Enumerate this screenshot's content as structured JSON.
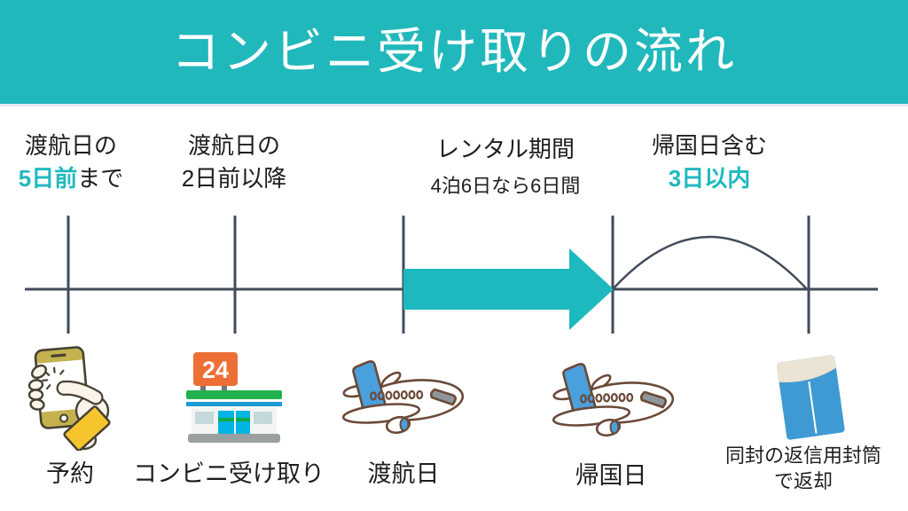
{
  "title": "コンビニ受け取りの流れ",
  "colors": {
    "header_teal": "#21B8BC",
    "accent_teal": "#1FB9BE",
    "axis_line": "#424B5A",
    "arrow_teal": "#1EB9BE"
  },
  "stages": [
    {
      "line1": "渡航日の",
      "highlight": "5日前",
      "rest": "まで"
    },
    {
      "line1": "渡航日の",
      "line2": "2日前以降"
    },
    {
      "line1": "レンタル期間",
      "line2": "4泊6日なら6日間"
    },
    {
      "line1": "帰国日含む",
      "highlight": "3日以内"
    }
  ],
  "steps": [
    {
      "icon": "smartphone-hand-icon",
      "label": "予約"
    },
    {
      "icon": "convenience-store-icon",
      "label": "コンビニ受け取り",
      "sign": "24"
    },
    {
      "icon": "airplane-icon",
      "label": "渡航日"
    },
    {
      "icon": "airplane-icon",
      "label": "帰国日"
    },
    {
      "icon": "return-envelope-icon",
      "label_line1": "同封の返信用封筒",
      "label_line2": "で返却"
    }
  ]
}
